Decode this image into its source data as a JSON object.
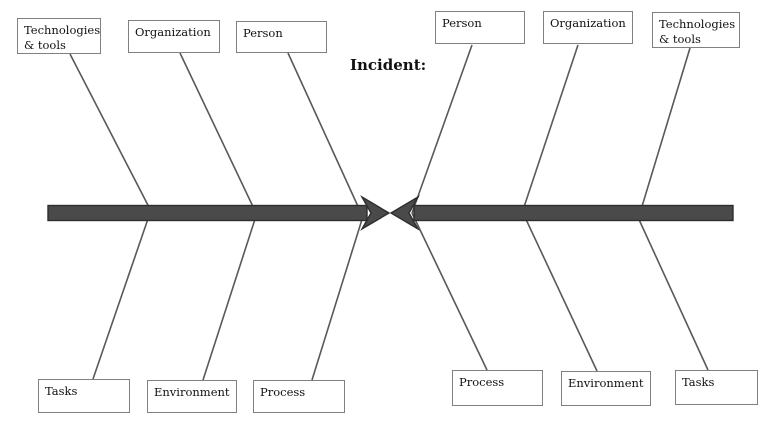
{
  "incident": {
    "label": "Incident:"
  },
  "causes": {
    "top_left": [
      "Technologies & tools",
      "Organization",
      "Person"
    ],
    "top_right": [
      "Person",
      "Organization",
      "Technologies & tools"
    ],
    "bottom_left": [
      "Tasks",
      "Environment",
      "Process"
    ],
    "bottom_right": [
      "Process",
      "Environment",
      "Tasks"
    ]
  },
  "colors": {
    "spine": "#4a4a4a",
    "spine_outline": "#2e2e2e",
    "rib": "#595959",
    "box_border": "#808080",
    "text": "#111111",
    "background": "#ffffff"
  }
}
